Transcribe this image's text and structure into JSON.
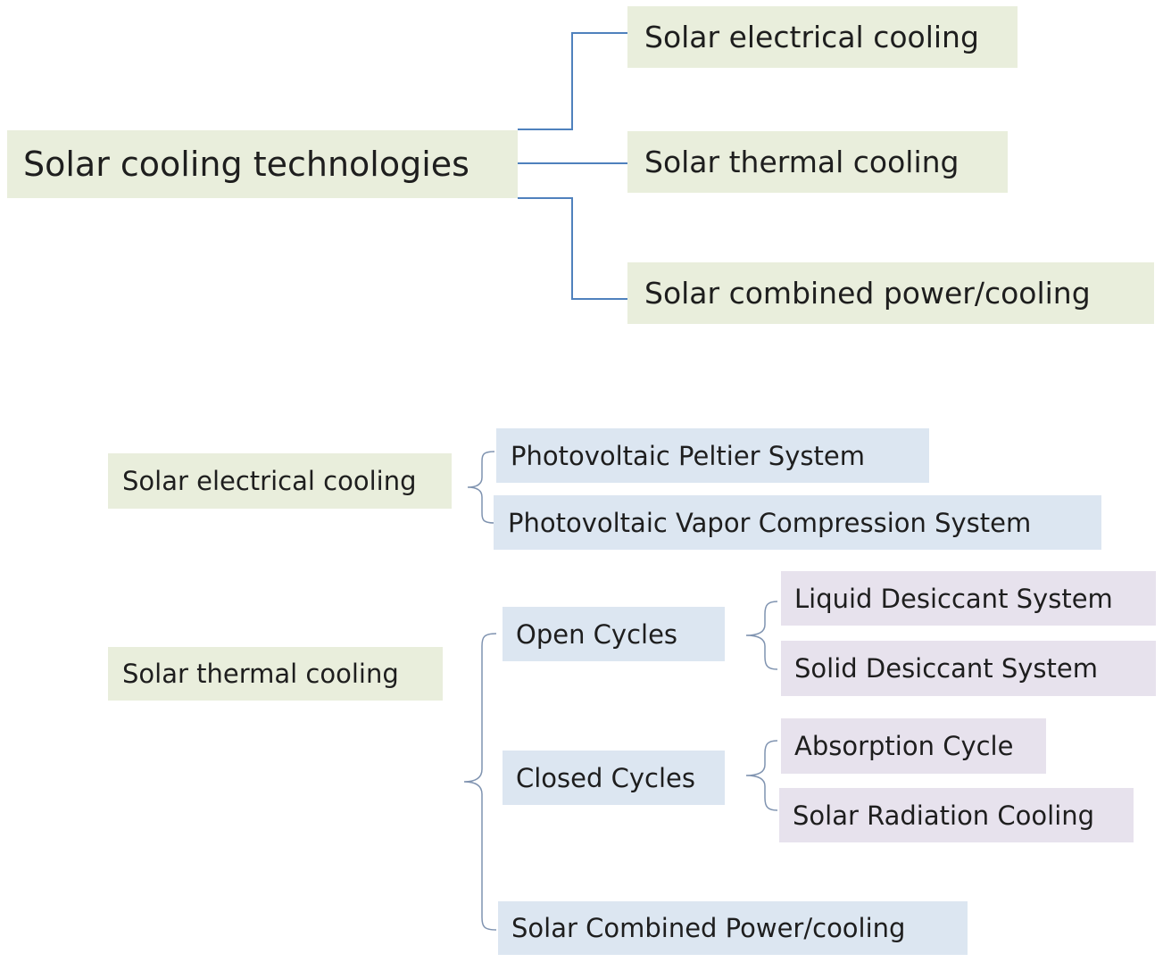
{
  "top_tree": {
    "root": "Solar  cooling  technologies",
    "children": [
      "Solar electrical cooling",
      "Solar thermal cooling",
      "Solar combined power/cooling"
    ]
  },
  "electrical": {
    "label": "Solar electrical cooling",
    "children": [
      "Photovoltaic  Peltier System",
      "Photovoltaic Vapor Compression System"
    ]
  },
  "thermal": {
    "label": "Solar thermal cooling",
    "open": {
      "label": "Open Cycles",
      "children": [
        "Liquid Desiccant System",
        "Solid Desiccant System"
      ]
    },
    "closed": {
      "label": "Closed Cycles",
      "children": [
        "Absorption Cycle",
        "Solar Radiation Cooling"
      ]
    },
    "combined": "Solar Combined Power/cooling"
  },
  "colors": {
    "level1": "#e9eedc",
    "level2": "#dce6f1",
    "level3": "#e7e2ed",
    "connector_top": "#4f81bd",
    "connector_bottom": "#7f93b0"
  }
}
